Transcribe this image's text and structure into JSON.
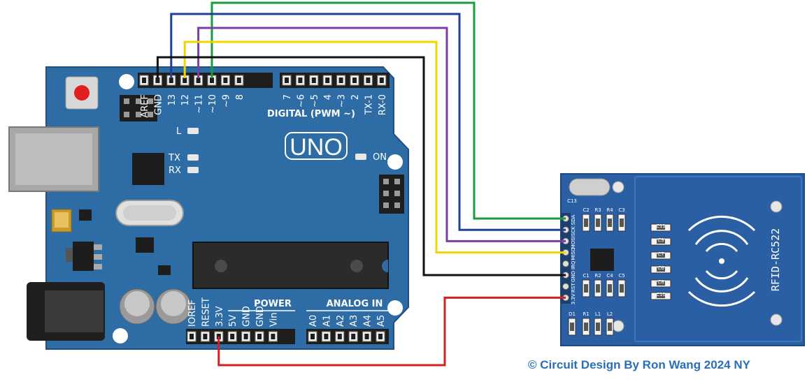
{
  "arduino": {
    "digital_pins_left": [
      "AREF",
      "GND",
      "13",
      "12",
      "~11",
      "~10",
      "~9",
      "8"
    ],
    "digital_pins_right": [
      "7",
      "~6",
      "~5",
      "4",
      "~3",
      "2",
      "TX-1",
      "RX-0"
    ],
    "digital_header_label": "DIGITAL (PWM ~)",
    "led_l": "L",
    "led_tx": "TX",
    "led_rx": "RX",
    "led_on": "ON",
    "logo": "UNO",
    "power_label": "POWER",
    "power_pins": [
      "IOREF",
      "RESET",
      "3.3V",
      "5V",
      "GND",
      "GND",
      "Vin"
    ],
    "analog_label": "ANALOG IN",
    "analog_pins": [
      "A0",
      "A1",
      "A2",
      "A3",
      "A4",
      "A5"
    ]
  },
  "rfid": {
    "model_label": "RFID-RC522",
    "pin_labels": [
      "SDA",
      "SCK",
      "MOSI",
      "MISO",
      "IRQ",
      "GND",
      "RST",
      "3.3V"
    ],
    "component_labels": [
      "C13",
      "C2",
      "R3",
      "R4",
      "C3",
      "C1",
      "R2",
      "C4",
      "C5",
      "C11",
      "C9",
      "C7",
      "C6",
      "C8",
      "C10",
      "D1",
      "R1",
      "L1",
      "L2"
    ]
  },
  "wires": [
    {
      "from": "~10",
      "to": "SDA",
      "color": "#1a9c3e"
    },
    {
      "from": "13",
      "to": "SCK",
      "color": "#1f3f99"
    },
    {
      "from": "~11",
      "to": "MOSI",
      "color": "#7b3fa3"
    },
    {
      "from": "12",
      "to": "MISO",
      "color": "#f2d400"
    },
    {
      "from": "GND",
      "to": "GND",
      "color": "#111111"
    },
    {
      "from": "~5",
      "to": "RST",
      "color": "#f07020"
    },
    {
      "from": "3.3V",
      "to": "3.3V",
      "color": "#d42020"
    }
  ],
  "credit": "© Circuit Design  By Ron Wang 2024 NY"
}
